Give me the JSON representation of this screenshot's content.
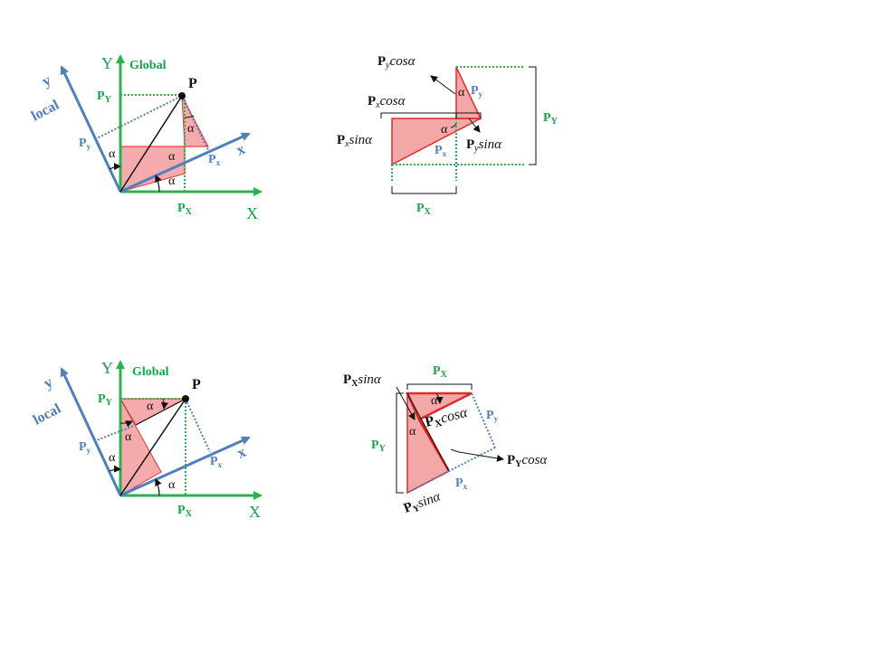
{
  "colors": {
    "global_axis": "#2bb24c",
    "local_axis": "#4f7fbd",
    "triangle_fill": "#f4a3a3",
    "triangle_stroke": "#e02020",
    "vector": "#111111",
    "projection_dotted_green": "#2bb24c",
    "projection_dotted_blue": "#4f7fbd"
  },
  "top_left": {
    "global_y_axis": "Y",
    "global_label": "Global",
    "global_x_axis": "X",
    "local_y_axis": "y",
    "local_label": "local",
    "local_x_axis": "x",
    "point": "P",
    "PY_main": "P",
    "PY_sub": "Y",
    "PX_main": "P",
    "PX_sub": "X",
    "Py_main": "P",
    "Py_sub": "y",
    "Px_main": "P",
    "Px_sub": "x",
    "alpha": "α"
  },
  "top_right": {
    "Pycos_p": "P",
    "Pycos_sub": "y",
    "Pycos_fn": "cosα",
    "Pxcos_p": "P",
    "Pxcos_sub": "x",
    "Pxcos_fn": "cosα",
    "Pxsin_p": "P",
    "Pxsin_sub": "x",
    "Pxsin_fn": "sinα",
    "Pysin_p": "P",
    "Pysin_sub": "y",
    "Pysin_fn": "sinα",
    "PY_main": "P",
    "PY_sub": "Y",
    "PX_main": "P",
    "PX_sub": "X",
    "Px_main": "P",
    "Px_sub": "x",
    "Py_main": "P",
    "Py_sub": "y",
    "alpha": "α"
  },
  "bottom_left": {
    "global_y_axis": "Y",
    "global_label": "Global",
    "global_x_axis": "X",
    "local_y_axis": "y",
    "local_label": "local",
    "local_x_axis": "x",
    "point": "P",
    "PY_main": "P",
    "PY_sub": "Y",
    "PX_main": "P",
    "PX_sub": "X",
    "Py_main": "P",
    "Py_sub": "y",
    "Px_main": "P",
    "Px_sub": "x",
    "alpha": "α"
  },
  "bottom_right": {
    "PXsin_p": "P",
    "PXsin_sub": "X",
    "PXsin_fn": "sinα",
    "PX_main": "P",
    "PX_sub": "X",
    "PXcos_p": "P",
    "PXcos_sub": "X",
    "PXcos_fn": "cosα",
    "PY_main": "P",
    "PY_sub": "Y",
    "PYcos_p": "P",
    "PYcos_sub": "Y",
    "PYcos_fn": "cosα",
    "PYsin_p": "P",
    "PYsin_sub": "Y",
    "PYsin_fn": "sinα",
    "Py_main": "P",
    "Py_sub": "y",
    "Px_main": "P",
    "Px_sub": "x",
    "alpha": "α"
  }
}
